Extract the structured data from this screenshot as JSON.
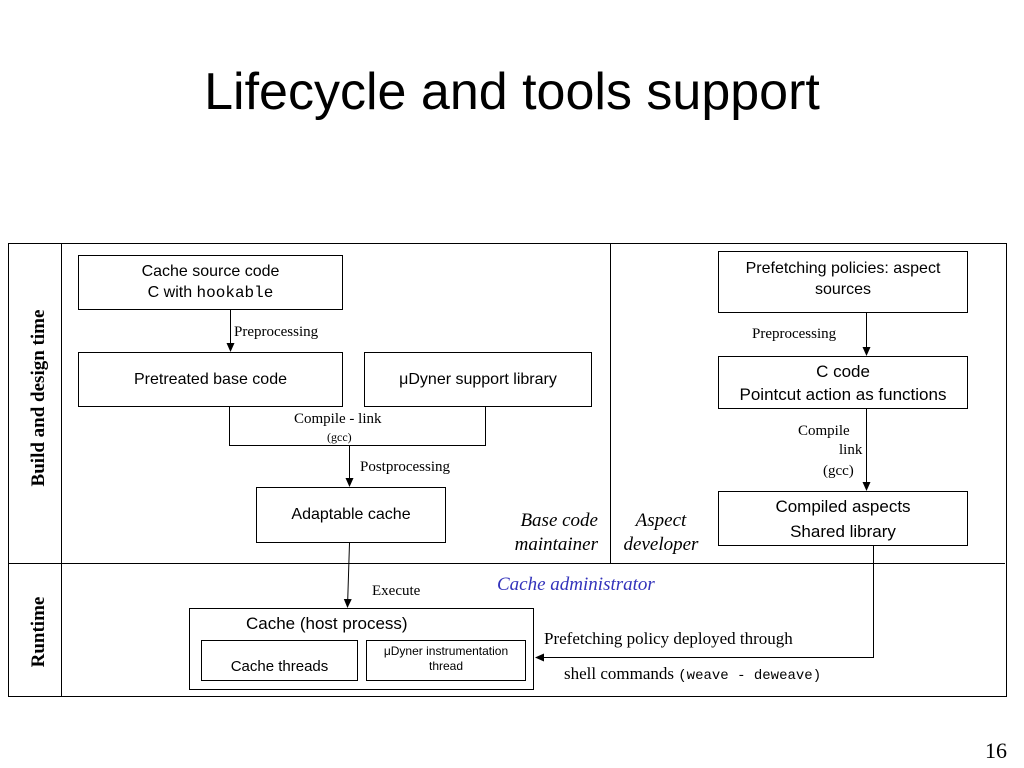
{
  "slide": {
    "title": "Lifecycle and tools support",
    "page_number": "16"
  },
  "lanes": {
    "build": "Build and design time",
    "runtime": "Runtime"
  },
  "boxes": {
    "cache_source_line1": "Cache source code",
    "cache_source_line2_prefix": "C with ",
    "cache_source_line2_code": "hookable",
    "pretreated": "Pretreated base code",
    "support_lib": "μDyner support library",
    "adaptable": "Adaptable cache",
    "cache_host": "Cache (host process)",
    "cache_threads": "Cache threads",
    "instr_thread_line1": "μDyner instrumentation",
    "instr_thread_line2": "thread",
    "prefetch_sources_line1": "Prefetching policies: aspect",
    "prefetch_sources_line2": "sources",
    "c_code_line1": "C code",
    "c_code_line2": "Pointcut action as functions",
    "compiled_line1": "Compiled aspects",
    "compiled_line2": "Shared library"
  },
  "labels": {
    "preprocessing_left": "Preprocessing",
    "compile_link": "Compile  - link",
    "gcc_left": "(gcc)",
    "postprocessing": "Postprocessing",
    "execute": "Execute",
    "preprocessing_right": "Preprocessing",
    "compile_right": "Compile",
    "link_right": "link",
    "gcc_right": "(gcc)",
    "deploy_line1": "Prefetching policy deployed through",
    "deploy_line2_prefix": "shell commands ",
    "deploy_line2_code": "(weave - deweave)"
  },
  "roles": {
    "base_code_line1": "Base code",
    "base_code_line2": "maintainer",
    "aspect_line1": "Aspect",
    "aspect_line2": "developer",
    "cache_admin": "Cache administrator"
  },
  "colors": {
    "cache_admin": "#3333bb"
  }
}
